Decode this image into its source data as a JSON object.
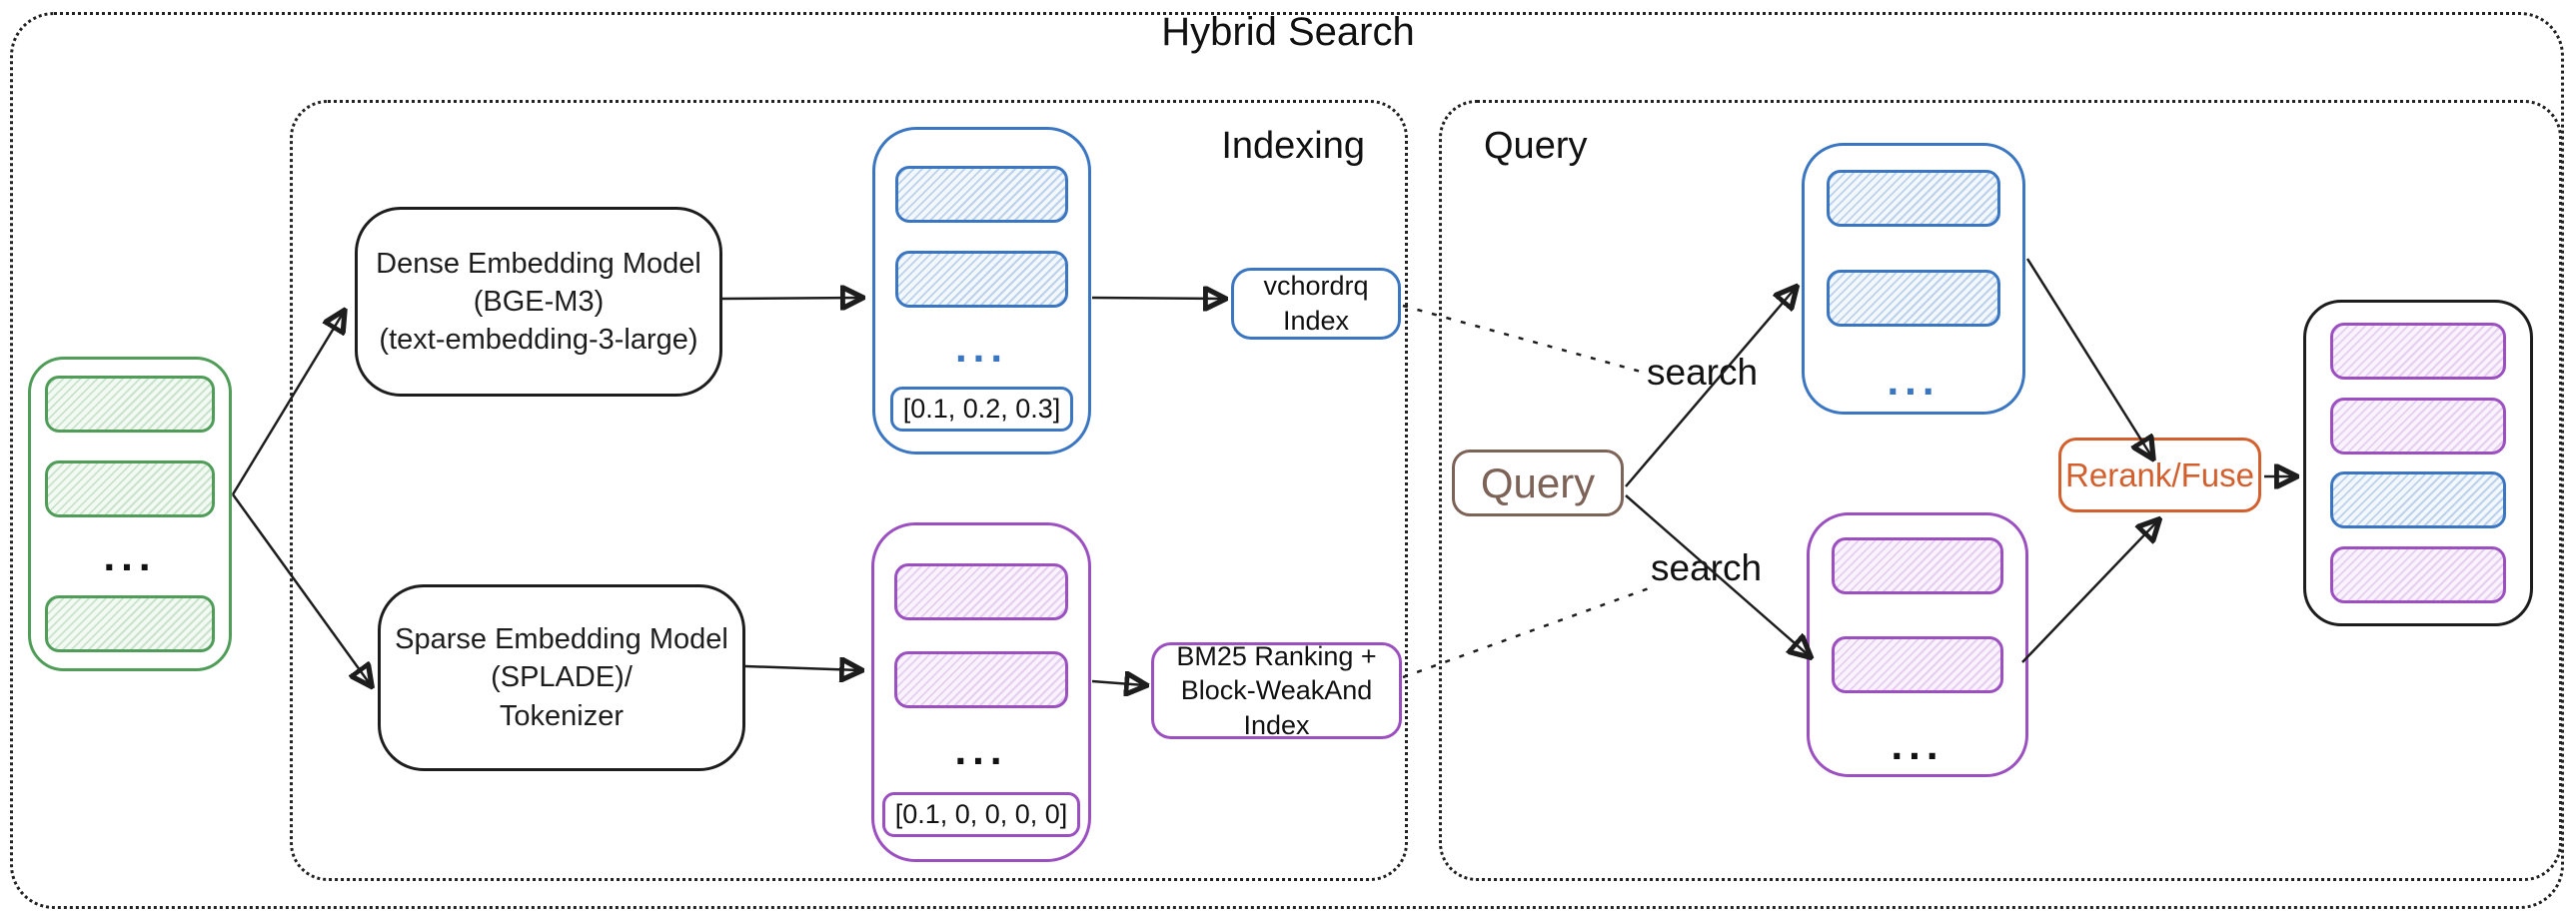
{
  "title": "Hybrid Search",
  "sections": {
    "indexing": {
      "label": "Indexing"
    },
    "query": {
      "label": "Query"
    }
  },
  "documents": {
    "ellipsis": "..."
  },
  "models": {
    "dense": {
      "label": "Dense Embedding Model\n(BGE-M3)\n(text-embedding-3-large)"
    },
    "sparse": {
      "label": "Sparse Embedding Model\n(SPLADE)/\nTokenizer"
    }
  },
  "vectors": {
    "dense": {
      "ellipsis": "...",
      "sample": "[0.1, 0.2, 0.3]"
    },
    "sparse": {
      "ellipsis": "...",
      "sample": "[0.1, 0, 0, 0, 0]"
    }
  },
  "indexes": {
    "dense": {
      "label": "vchordrq\nIndex"
    },
    "sparse": {
      "label": "BM25 Ranking +\nBlock-WeakAnd Index"
    }
  },
  "query_flow": {
    "query": {
      "label": "Query"
    },
    "search_dense": {
      "label": "search"
    },
    "search_sparse": {
      "label": "search"
    },
    "dense_results": {
      "ellipsis": "..."
    },
    "sparse_results": {
      "ellipsis": "..."
    },
    "rerank": {
      "label": "Rerank/Fuse"
    }
  },
  "colors": {
    "blue": "#3b76c2",
    "purple": "#9b4fc0",
    "green": "#4f9d58",
    "orange": "#d35f2d",
    "brown": "#7d6357",
    "ink": "#1d1d1d"
  }
}
